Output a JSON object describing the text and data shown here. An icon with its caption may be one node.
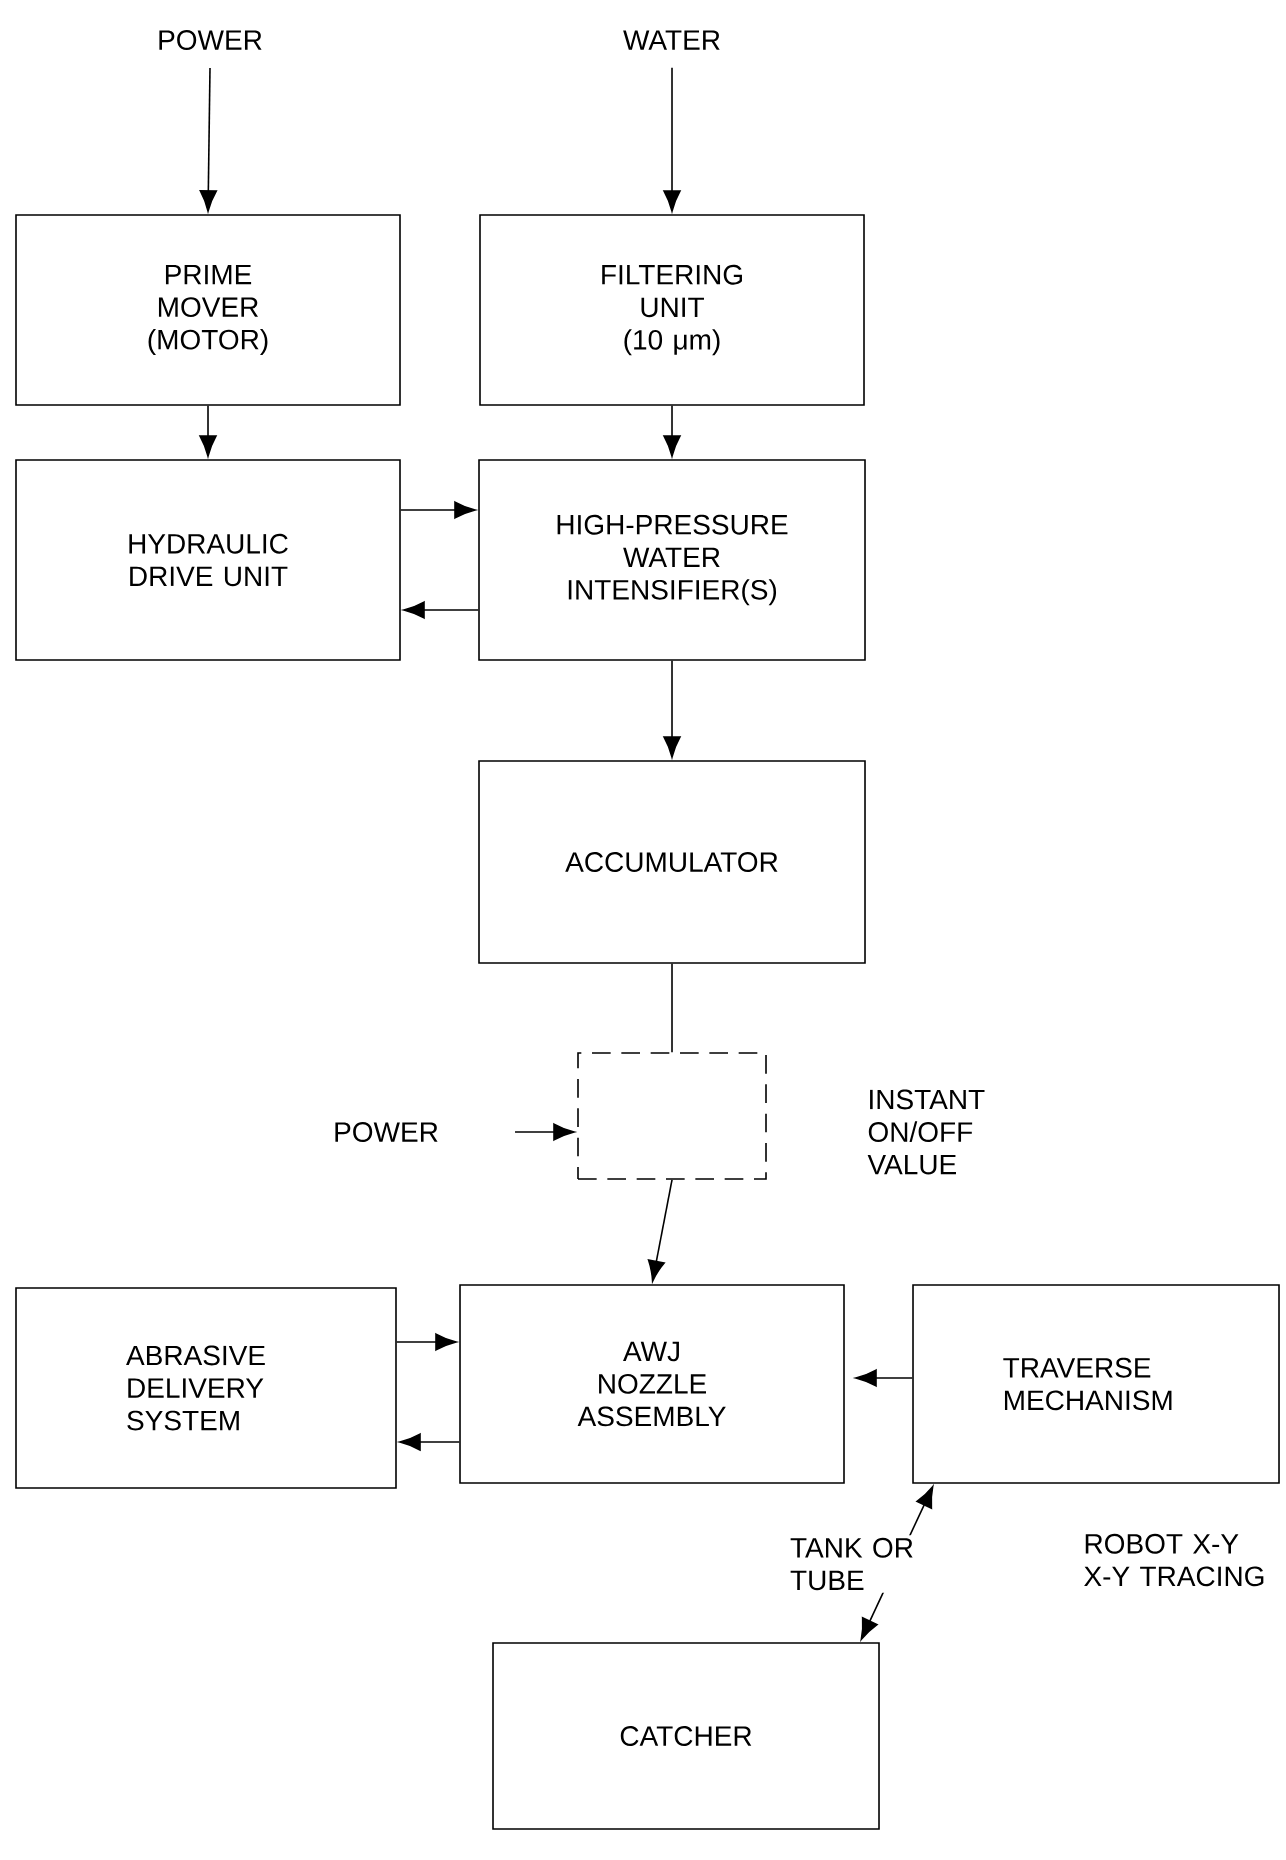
{
  "diagram": {
    "nodes": [
      {
        "text": [
          "POWER"
        ]
      },
      {
        "text": [
          "WATER"
        ]
      },
      {
        "text": [
          "PRIME MOVER (MOTOR)"
        ]
      },
      {
        "text": [
          "FILTERING UNIT (10 μm)"
        ]
      },
      {
        "text": [
          "HYDRAULIC DRIVE UNIT"
        ]
      },
      {
        "text": [
          "HIGH-PRESSURE WATER INTENSIFIER(S)"
        ]
      },
      {
        "text": [
          "ACCUMULATOR"
        ]
      },
      {
        "text": [
          "POWER"
        ]
      },
      {
        "text": [],
        "shape": "box",
        "beside": [
          "INSTANT ON/OFF VALUE"
        ]
      },
      {
        "text": [
          "ABRASIVE DELIVERY SYSTEM"
        ]
      },
      {
        "text": [
          "AWJ NOZZLE ASSEMBLY"
        ]
      },
      {
        "text": [
          "TRAVERSE MECHANISM"
        ],
        "beside": [
          "ROBOT X-Y X-Y TRACING"
        ]
      },
      {
        "text": [
          "CATCHER"
        ]
      }
    ],
    "edges": [
      {
        "from": 0,
        "to": 2,
        "arrow": "to"
      },
      {
        "from": 1,
        "to": 3,
        "arrow": "to"
      },
      {
        "from": 2,
        "to": 4,
        "arrow": "to"
      },
      {
        "from": 3,
        "to": 5,
        "arrow": "to"
      },
      {
        "from": 4,
        "to": 5,
        "arrow": "to"
      },
      {
        "from": 5,
        "to": 4,
        "arrow": "to"
      },
      {
        "from": 5,
        "to": 6,
        "arrow": "to"
      },
      {
        "from": 6,
        "to": 8,
        "arrow": "none"
      },
      {
        "from": 7,
        "to": 8,
        "arrow": "to"
      },
      {
        "from": 8,
        "to": 10,
        "arrow": "to"
      },
      {
        "from": 9,
        "to": 10,
        "arrow": "to"
      },
      {
        "from": 10,
        "to": 9,
        "arrow": "to"
      },
      {
        "from": 11,
        "to": 10,
        "arrow": "to"
      },
      {
        "from": 11,
        "to": 12,
        "arrow": "both",
        "label": "TANK OR TUBE"
      }
    ]
  }
}
